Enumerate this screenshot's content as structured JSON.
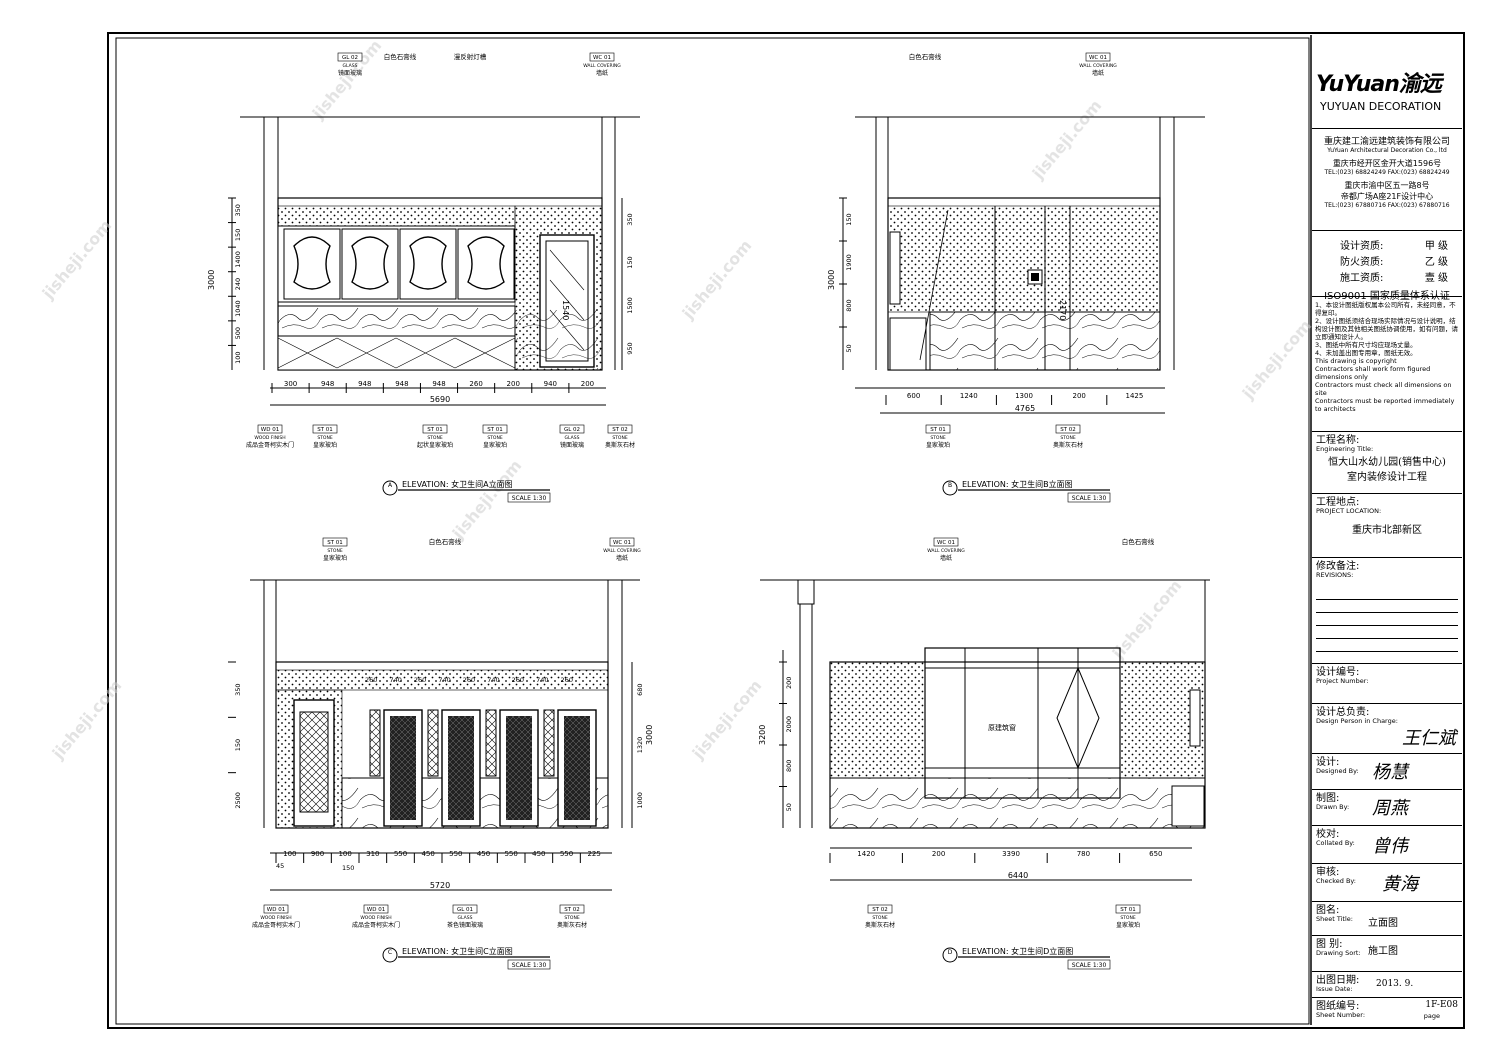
{
  "watermark": "jisheji.com",
  "logo": {
    "brand": "YuYuan渝远",
    "sub": "YUYUAN DECORATION"
  },
  "company": {
    "name_cn": "重庆建工渝远建筑装饰有限公司",
    "name_en": "YuYuan Architectural Decoration Co., ltd",
    "addr1": "重庆市经开区金开大道1596号",
    "tel1": "TEL:(023) 68824249   FAX:(023) 68824249",
    "addr2": "重庆市渝中区五一路8号",
    "addr2b": "帝都广场A座21F设计中心",
    "tel2": "TEL:(023) 67880716   FAX:(023) 67880716"
  },
  "quals": [
    {
      "k": "设计资质:",
      "v": "甲  级"
    },
    {
      "k": "防火资质:",
      "v": "乙  级"
    },
    {
      "k": "施工资质:",
      "v": "壹  级"
    }
  ],
  "iso": "ISO9001 国家质量体系认证",
  "notes": [
    "1、本设计图纸版权属本公司所有，未经同意，不得复印。",
    "2、设计图纸须结合现场实际情况与设计说明，结构设计图及其他相关图纸协调使用，如有问题，请立即通知设计人。",
    "3、图纸中所有尺寸均应现场丈量。",
    "4、未加盖出图专用章，图纸无效。",
    "This drawing is copyright",
    "Contractors shall work form figured dimensions only",
    "Contractors must check all dimensions on site",
    "Contractors must be reported immediately to architects"
  ],
  "project": {
    "label": "工程名称:",
    "label_en": "Engineering Title:",
    "line1": "恒大山水幼儿园(销售中心)",
    "line2": "室内装修设计工程"
  },
  "location": {
    "label": "工程地点:",
    "label_en": "PROJECT LOCATION:",
    "value": "重庆市北部新区"
  },
  "revisions": {
    "label": "修改备注:",
    "label_en": "REVISIONS:"
  },
  "project_no": {
    "label": "设计编号:",
    "label_en": "Project Number:"
  },
  "in_charge": {
    "label": "设计总负责:",
    "label_en": "Design Person in Charge:",
    "sign": "王仁斌"
  },
  "designer": {
    "label": "设计:",
    "label_en": "Designed By:",
    "sign": "杨慧"
  },
  "drawn": {
    "label": "制图:",
    "label_en": "Drawn By:",
    "sign": "周燕"
  },
  "collated": {
    "label": "校对:",
    "label_en": "Collated By:",
    "sign": "曾伟"
  },
  "checked": {
    "label": "审核:",
    "label_en": "Checked By:",
    "sign": "黄海"
  },
  "sheet_title": {
    "label": "图名:",
    "label_en": "Sheet Title:",
    "value": "立面图"
  },
  "sort": {
    "label": "图  别:",
    "label_en": "Drawing Sort:",
    "value": "施工图"
  },
  "issue": {
    "label": "出图日期:",
    "label_en": "Issue Date:",
    "value": "2013. 9."
  },
  "sheet_no": {
    "label": "图纸编号:",
    "label_en": "Sheet Number:",
    "value": "1F-E08",
    "page": "page"
  },
  "elevations": [
    {
      "id": "A",
      "title": "ELEVATION: 女卫生间A立面图",
      "scale": "SCALE  1:30",
      "total": "5690",
      "dims": [
        "300",
        "948",
        "948",
        "948",
        "948",
        "260",
        "200",
        "940",
        "200"
      ],
      "vdims_l": [
        "350",
        "150",
        "1400",
        "240",
        "1040",
        "500",
        "100"
      ],
      "vtotal": "3000",
      "vdims_r": [
        "350",
        "150",
        "1500",
        "950"
      ],
      "inner_dim": "1540",
      "top_tags": [
        {
          "code": "GL 02",
          "type": "GLASS",
          "name": "镜面玻璃"
        },
        {
          "code": "WC 01",
          "type": "WALL COVERING",
          "name": "墙纸"
        }
      ],
      "top_notes": [
        "白色石膏线",
        "漫反射灯槽"
      ],
      "bot_tags": [
        {
          "code": "WD 01",
          "type": "WOOD FINISH",
          "name": "成品金哥柯实木门"
        },
        {
          "code": "ST 01",
          "type": "STONE",
          "name": "皇家玻珀"
        },
        {
          "code": "ST 01",
          "type": "STONE",
          "name": "起状皇家玻珀"
        },
        {
          "code": "ST 01",
          "type": "STONE",
          "name": "皇家玻珀"
        },
        {
          "code": "GL 02",
          "type": "GLASS",
          "name": "镜面玻璃"
        },
        {
          "code": "ST 02",
          "type": "STONE",
          "name": "奥斯灰石材"
        }
      ]
    },
    {
      "id": "B",
      "title": "ELEVATION: 女卫生间B立面图",
      "scale": "SCALE  1:30",
      "total": "4765",
      "dims": [
        "600",
        "1240",
        "1300",
        "200",
        "1425"
      ],
      "vdims_l": [
        "150",
        "1900",
        "800",
        "50"
      ],
      "vtotal": "3000",
      "inner_dim": "2170",
      "top_tags": [
        {
          "code": "WC 01",
          "type": "WALL COVERING",
          "name": "墙纸"
        }
      ],
      "top_notes": [
        "白色石膏线"
      ],
      "bot_tags": [
        {
          "code": "ST 01",
          "type": "STONE",
          "name": "皇家玻珀"
        },
        {
          "code": "ST 02",
          "type": "STONE",
          "name": "奥斯灰石材"
        }
      ]
    },
    {
      "id": "C",
      "title": "ELEVATION: 女卫生间C立面图",
      "scale": "SCALE  1:30",
      "total": "5720",
      "dims": [
        "100",
        "900",
        "100",
        "310",
        "550",
        "450",
        "550",
        "450",
        "550",
        "450",
        "550",
        "225"
      ],
      "sub_dims": [
        "45",
        "150"
      ],
      "inner_dims": [
        "260",
        "740",
        "260",
        "740",
        "260",
        "740",
        "260",
        "740",
        "260"
      ],
      "vdims_l": [
        "350",
        "150",
        "2500"
      ],
      "vdims_r": [
        "680",
        "1320",
        "1000"
      ],
      "vtotal": "3000",
      "top_tags": [
        {
          "code": "ST 01",
          "type": "STONE",
          "name": "皇家玻珀"
        },
        {
          "code": "WC 01",
          "type": "WALL COVERING",
          "name": "墙纸"
        }
      ],
      "top_notes": [
        "白色石膏线"
      ],
      "bot_tags": [
        {
          "code": "WD 01",
          "type": "WOOD FINISH",
          "name": "成品金哥柯实木门"
        },
        {
          "code": "WD 01",
          "type": "WOOD FINISH",
          "name": "成品金哥柯实木门"
        },
        {
          "code": "GL 01",
          "type": "GLASS",
          "name": "茶色镜面玻璃"
        },
        {
          "code": "ST 02",
          "type": "STONE",
          "name": "奥斯灰石材"
        }
      ]
    },
    {
      "id": "D",
      "title": "ELEVATION: 女卫生间D立面图",
      "scale": "SCALE  1:30",
      "total": "6440",
      "dims": [
        "1420",
        "200",
        "3390",
        "780",
        "650"
      ],
      "vdims_l": [
        "200",
        "2000",
        "800",
        "50"
      ],
      "vtotal": "3200",
      "window_label": "原建筑窗",
      "top_tags": [
        {
          "code": "WC 01",
          "type": "WALL COVERING",
          "name": "墙纸"
        }
      ],
      "top_notes": [
        "白色石膏线"
      ],
      "bot_tags": [
        {
          "code": "ST 02",
          "type": "STONE",
          "name": "奥斯灰石材"
        },
        {
          "code": "ST 01",
          "type": "STONE",
          "name": "皇家玻珀"
        }
      ]
    }
  ]
}
